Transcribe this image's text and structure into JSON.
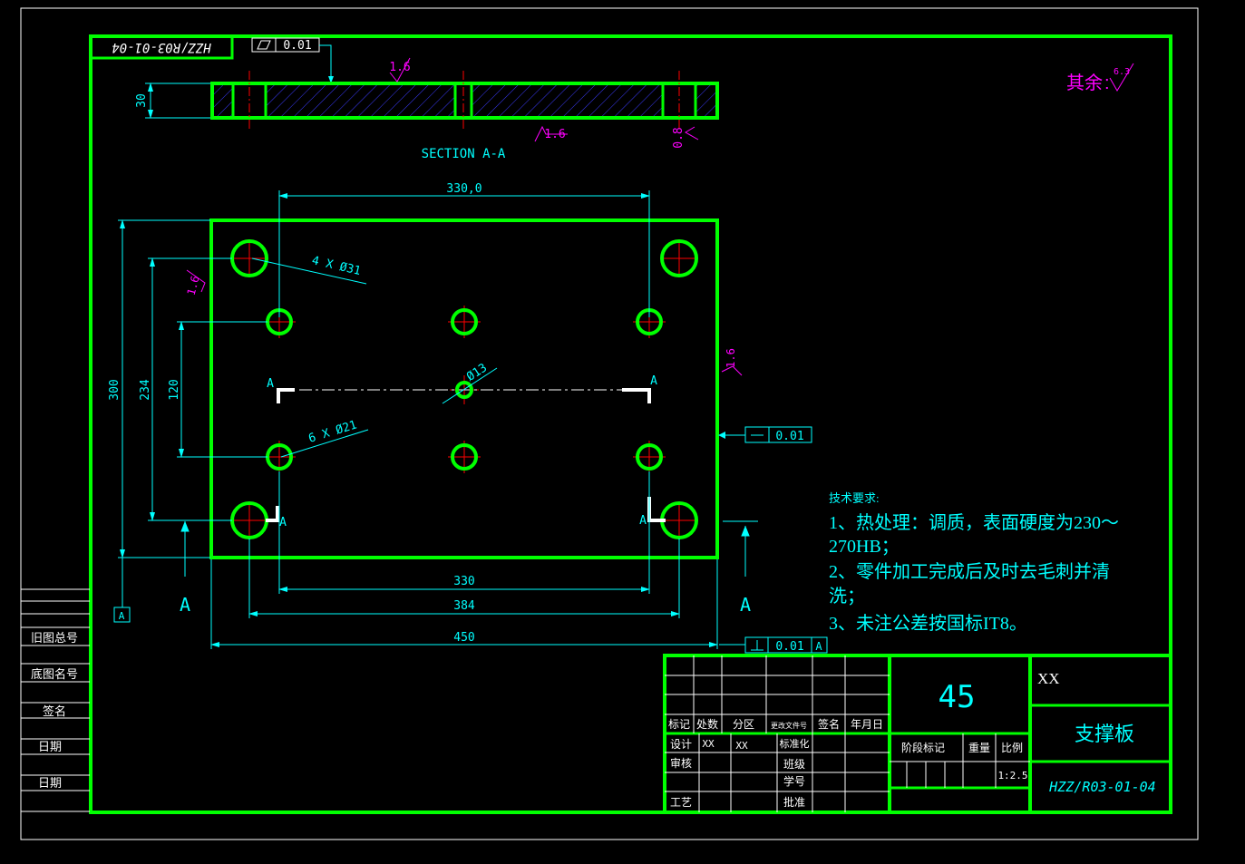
{
  "colors": {
    "background": "#000000",
    "outline": "#00ff00",
    "dimension": "#00ffff",
    "centerline": "#ff0000",
    "hatch": "#3b3bff",
    "roughness": "#ff00ff",
    "thin": "#ffffff"
  },
  "drawing": {
    "code_rotated": "HZZ/R03-01-04",
    "flatness_value": "0.01",
    "section_title": "SECTION A-A",
    "section_thickness": "30",
    "roughness_top": "1.6",
    "roughness_mid": "1.6",
    "roughness_right": "0.8",
    "roughness_other_label": "其余",
    "roughness_other_value": "6.3",
    "dim_330_top": "330,0",
    "dim_300": "300",
    "dim_234": "234",
    "dim_120": "120",
    "dim_330_bottom": "330",
    "dim_384": "384",
    "dim_450": "450",
    "hole_4x31": "4 X Ø31",
    "hole_6x21": "6 X Ø21",
    "hole_13": "Ø13",
    "roughness_left": "1.6",
    "roughness_side": "1.6",
    "section_mark": "A",
    "straightness_value": "0.01",
    "perpendicular_value": "0.01",
    "datum_label": "A"
  },
  "tech_requirements": {
    "title": "技术要求:",
    "line1": "1、热处理：调质，表面硬度为230～",
    "line2": "270HB；",
    "line3": "2、零件加工完成后及时去毛刺并清",
    "line4": "洗；",
    "line5": "3、未注公差按国标IT8。"
  },
  "side_labels": [
    "旧图总号",
    "底图名号",
    "签名",
    "日期",
    "日期"
  ],
  "title_block": {
    "material": "45",
    "company": "XX",
    "part_name": "支撑板",
    "drawing_no": "HZZ/R03-01-04",
    "headers": [
      "标记",
      "处数",
      "分区",
      "更改文件号",
      "签名",
      "年月日"
    ],
    "design_label": "设计",
    "design_value1": "XX",
    "design_value2": "XX",
    "standardize_label": "标准化",
    "review_label": "审核",
    "class_label": "班级",
    "student_label": "学号",
    "process_label": "工艺",
    "approve_label": "批准",
    "stage_label": "阶段标记",
    "weight_label": "重量",
    "scale_label": "比例",
    "scale_value": "1:2.5"
  }
}
